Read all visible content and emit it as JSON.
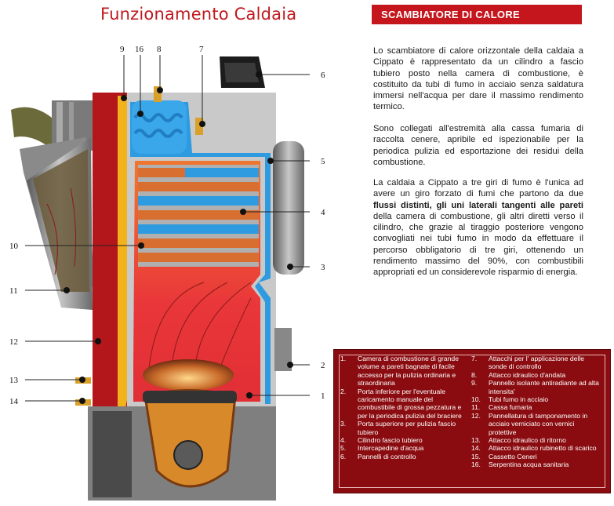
{
  "title": "Funzionamento Caldaia",
  "section_header": "SCAMBIATORE DI CALORE",
  "paragraphs": {
    "p1": "Lo scambiatore di calore orizzontale della caldaia a Cippato è rappresentato da un cilindro a fascio tubiero posto nella camera di combustione, è costituito da tubi di fumo in acciaio senza saldatura immersi nell'acqua per dare il massimo rendimento termico.",
    "p2": "Sono collegati all'estremità alla cassa fumaria di raccolta cenere, apribile ed ispezionabile per la periodica pulizia ed esportazione dei residui della combustione.",
    "p3_a": "La caldaia a Cippato a tre giri di fumo è l'unica ad avere un giro forzato di fumi che partono da due ",
    "p3_bold": "flussi distinti, gli uni laterali tangenti alle pareti",
    "p3_b": " della camera di combustione, gli altri diretti verso il cilindro, che grazie al tiraggio posteriore vengono convogliati nei tubi fumo in modo da effettuare il percorso obbligatorio di tre giri, ottenendo un rendimento massimo del 90%, con combustibili appropriati ed un considerevole risparmio di energia."
  },
  "callouts": [
    "1",
    "2",
    "3",
    "4",
    "5",
    "6",
    "7",
    "8",
    "9",
    "10",
    "11",
    "12",
    "13",
    "14",
    "16"
  ],
  "legend_left": [
    {
      "num": "1.",
      "text": "Camera di combustione di grande volume a pareti bagnate di facile accesso per la pulizia ordinaria e straordinaria"
    },
    {
      "num": "2.",
      "text": "Porta inferiore per l'eventuale caricamento manuale del combustibile di grossa pezzatura e per la periodica pulizia del braciere"
    },
    {
      "num": "3.",
      "text": "Porta superiore per pulizia fascio tubiero"
    },
    {
      "num": "4.",
      "text": "Cilindro fascio tubiero"
    },
    {
      "num": "5.",
      "text": "Intercapedine d'acqua"
    },
    {
      "num": "6.",
      "text": "Pannelli di controllo"
    }
  ],
  "legend_right": [
    {
      "num": "7.",
      "text": "Attacchi per l' applicazione delle sonde di controllo"
    },
    {
      "num": "8.",
      "text": "Attacco idraulico d'andata"
    },
    {
      "num": "9.",
      "text": "Pannello isolante antiradiante ad alta intensita'"
    },
    {
      "num": "10.",
      "text": "Tubi fumo in acciaio"
    },
    {
      "num": "11.",
      "text": "Cassa fumaria"
    },
    {
      "num": "12.",
      "text": "Pannellatura di tamponamento in acciaio verniciato con vernici protettive"
    },
    {
      "num": "13.",
      "text": "Attacco idraulico di ritorno"
    },
    {
      "num": "14.",
      "text": "Attacco idraulico rubinetto di scarico"
    },
    {
      "num": "15.",
      "text": "Cassetto Ceneri"
    },
    {
      "num": "16.",
      "text": "Serpentina acqua sanitaria"
    }
  ],
  "colors": {
    "accent_red": "#c4161c",
    "legend_bg": "#8a0c10",
    "water_blue": "#2e9be0",
    "casing_red": "#b3171b",
    "insulation_yellow": "#f2b21c"
  }
}
